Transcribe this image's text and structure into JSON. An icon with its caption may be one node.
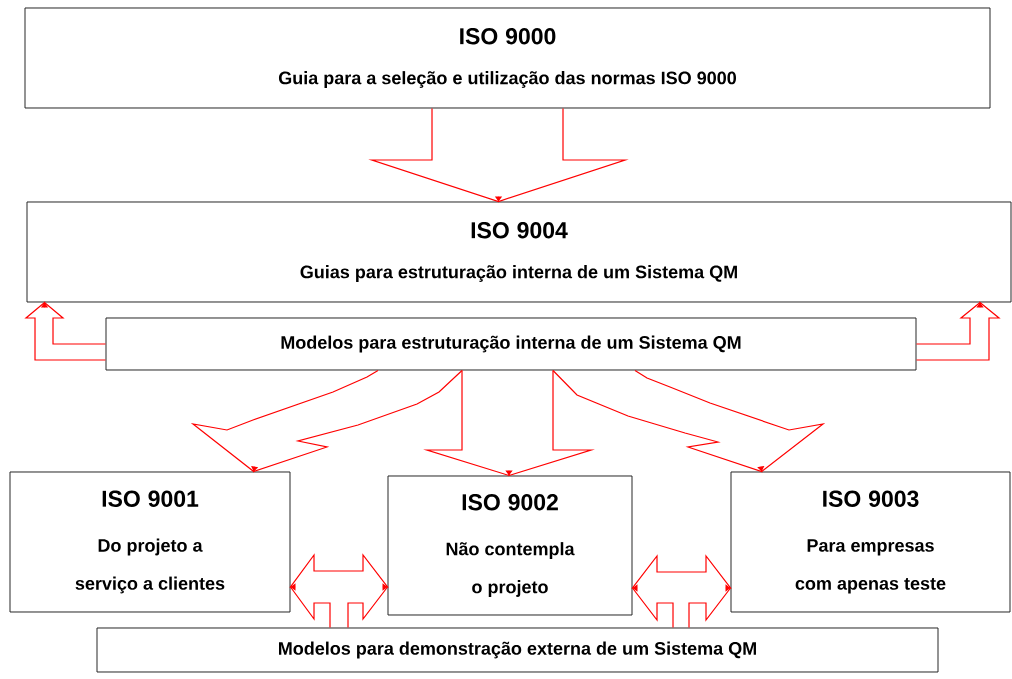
{
  "diagram": {
    "nodes": [
      {
        "text": [
          "ISO 9000",
          "Guia para a seleção e utilização das normas ISO 9000"
        ]
      },
      {
        "text": [
          "ISO 9004",
          "Guias para estruturação interna de um Sistema QM"
        ]
      },
      {
        "text": [
          "Modelos para estruturação interna de um Sistema QM"
        ]
      },
      {
        "text": [
          "ISO 9001",
          "Do projeto a serviço a clientes"
        ]
      },
      {
        "text": [
          "ISO 9002",
          "Não contempla o projeto"
        ]
      },
      {
        "text": [
          "ISO 9003",
          "Para empresas com apenas teste"
        ]
      },
      {
        "text": [
          "Modelos para demonstração externa de um Sistema QM"
        ]
      }
    ],
    "edges": [
      {
        "from": 0,
        "to": 1,
        "arrow": "to"
      },
      {
        "from": 2,
        "to": 1,
        "arrow": "to"
      },
      {
        "from": 2,
        "to": 1,
        "arrow": "to"
      },
      {
        "from": 2,
        "to": 3,
        "arrow": "to"
      },
      {
        "from": 2,
        "to": 4,
        "arrow": "to"
      },
      {
        "from": 2,
        "to": 5,
        "arrow": "to"
      },
      {
        "from": 3,
        "to": 4,
        "arrow": "both"
      },
      {
        "from": 4,
        "to": 5,
        "arrow": "both"
      },
      {
        "from": 6,
        "to": 3,
        "arrow": "none"
      },
      {
        "from": 6,
        "to": 4,
        "arrow": "none"
      },
      {
        "from": 6,
        "to": 4,
        "arrow": "none"
      },
      {
        "from": 6,
        "to": 5,
        "arrow": "none"
      }
    ]
  }
}
